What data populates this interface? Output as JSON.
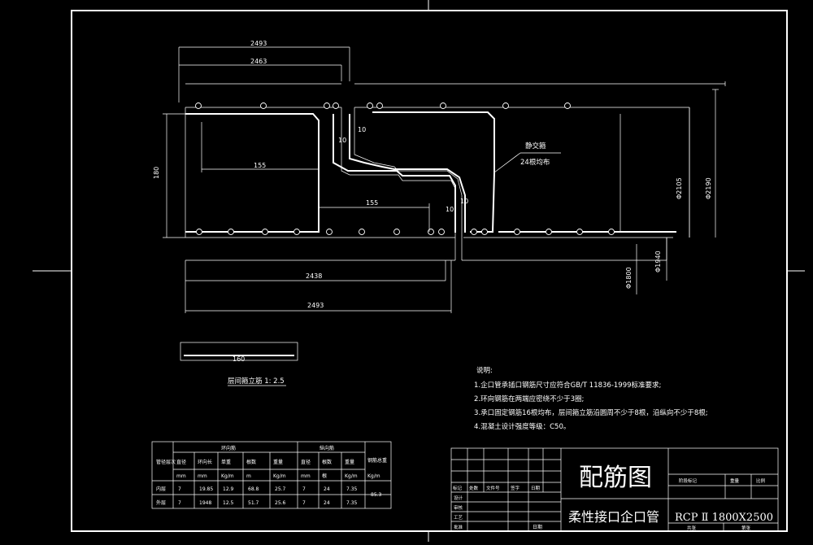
{
  "drawing": {
    "dims": {
      "top_outer": "2493",
      "top_inner": "2463",
      "bottom_inner": "2438",
      "bottom_outer": "2493",
      "left_height": "180",
      "upper_step": "155",
      "lower_step": "155",
      "gap_1": "10",
      "gap_2": "10",
      "gap_3": "10",
      "gap_4": "10",
      "dia_2105": "Φ2105",
      "dia_2190": "Φ2190",
      "dia_1940": "Φ1940",
      "dia_1800": "Φ1800"
    },
    "callout": {
      "label": "静交箍",
      "sub": "24根均布"
    },
    "detail": {
      "dim": "160",
      "caption": "层间箍立筋 1: 2.5"
    }
  },
  "notes": {
    "heading": "说明:",
    "items": [
      "1.企口管承插口钢筋尺寸应符合GB/T 11836-1999标准要求;",
      "2.环向钢筋在两端应密绕不少于3圈;",
      "3.承口固定钢筋16根均布，层间箍立筋沿圆周不少于8根，沿纵向不少于8根;",
      "4.混凝土设计强度等级：C50。"
    ]
  },
  "table": {
    "group_label": "管径层次",
    "hoop_label": "环向筋",
    "long_label": "纵向筋",
    "total_label": "钢筋总重",
    "sub_headers": [
      "直径",
      "环向长",
      "单重",
      "根数",
      "重量",
      "直径",
      "根数",
      "重量"
    ],
    "units": [
      "mm",
      "mm",
      "Kg/m",
      "m",
      "Kg/m",
      "mm",
      "根",
      "Kg/m",
      "Kg/m"
    ],
    "rows": [
      {
        "name": "内层",
        "values": [
          "7",
          "19.85",
          "12.9",
          "68.8",
          "25.7",
          "7",
          "24",
          "7.35"
        ]
      },
      {
        "name": "外层",
        "values": [
          "7",
          "1948",
          "12.5",
          "51.7",
          "25.6",
          "7",
          "24",
          "7.35"
        ]
      }
    ],
    "total": "85.3"
  },
  "title_block": {
    "drawing_title": "配筋图",
    "product_name": "柔性接口企口管",
    "model": "RCP Ⅱ 1800X2500",
    "left_labels": [
      "标记",
      "处数",
      "文件号",
      "签字",
      "日期"
    ],
    "left_rows": [
      "设计",
      "审核",
      "工艺",
      "批准"
    ],
    "date_label": "日期",
    "right_header": [
      "阶段标记",
      "重量",
      "比例"
    ],
    "right_footer": [
      "共张",
      "第张"
    ]
  }
}
